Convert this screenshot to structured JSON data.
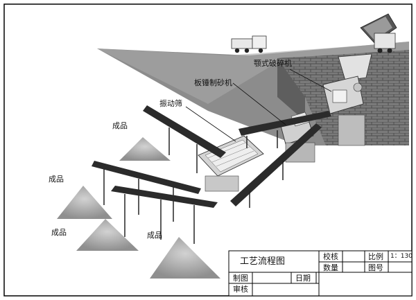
{
  "labels": {
    "jaw_crusher": "颚式破碎机",
    "impact_sand_maker": "板锤制砂机",
    "vibrating_screen": "振动筛",
    "product": "成品"
  },
  "title_block": {
    "title": "工艺流程图",
    "check": "校核",
    "quantity": "数量",
    "ratio_label": "比例",
    "ratio_value": "1：130",
    "drawing_no": "图号",
    "drawn_by": "制图",
    "date": "日期",
    "reviewed_by": "审核"
  },
  "colors": {
    "frame": "#000000",
    "sky_hill": "#8a8a8a",
    "brick": "#6e6e6e",
    "sand": "#bdbdbd",
    "machine": "#d9d9d9",
    "belt": "#2b2b2b"
  }
}
